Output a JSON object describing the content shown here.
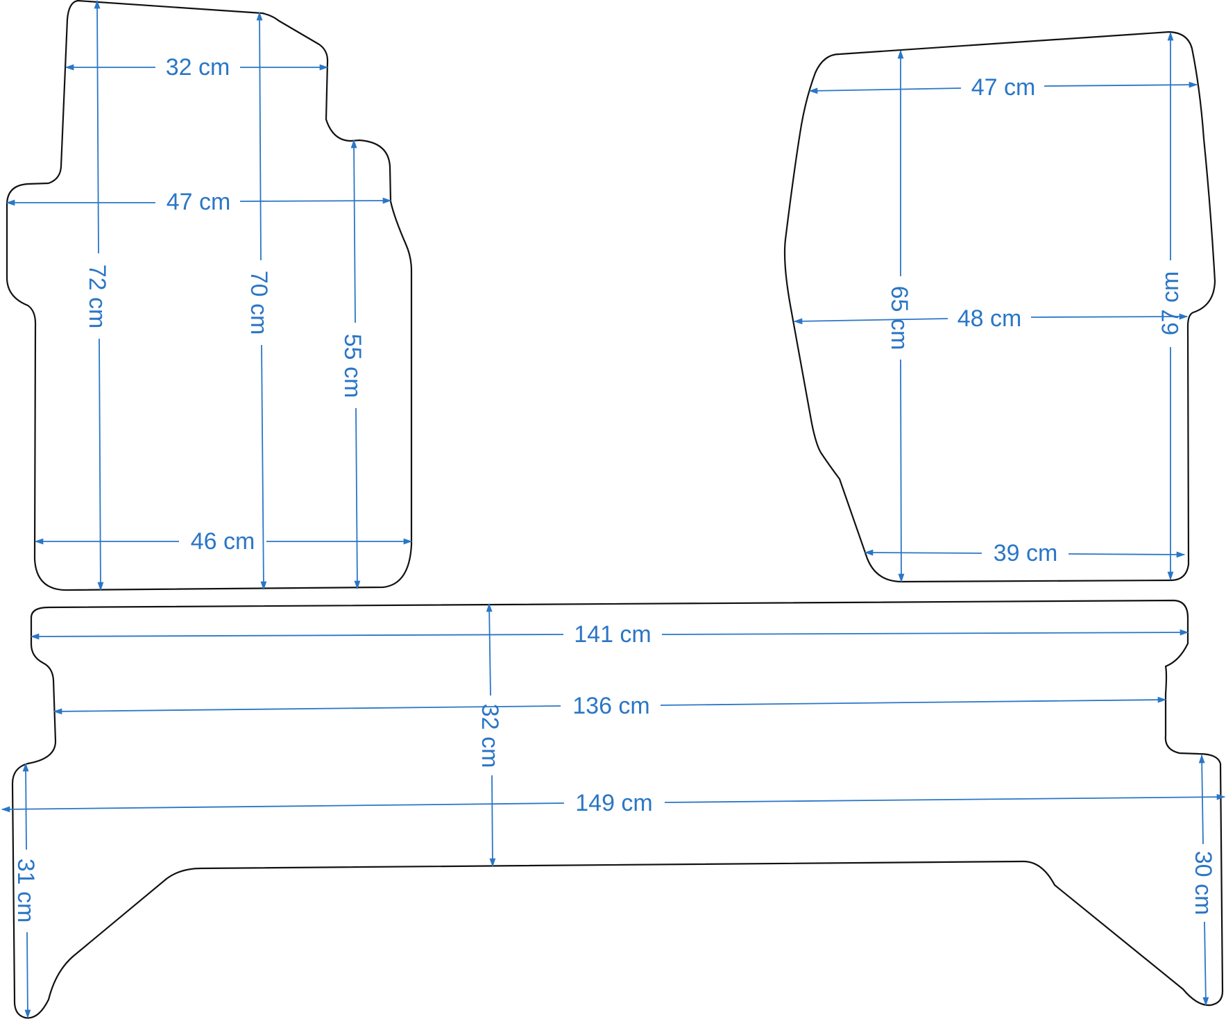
{
  "colors": {
    "outline": "#111111",
    "dimension": "#2a76c6",
    "background": "#ffffff"
  },
  "front_left_mat": {
    "width_top": "32 cm",
    "width_middle": "47 cm",
    "width_bottom": "46 cm",
    "height_left": "72 cm",
    "height_center": "70 cm",
    "height_right": "55 cm"
  },
  "front_right_mat": {
    "width_top": "47 cm",
    "width_middle": "48 cm",
    "width_bottom": "39 cm",
    "height_center": "65 cm",
    "height_right": "67 cm"
  },
  "rear_mat": {
    "width_top": "141 cm",
    "width_middle": "136 cm",
    "width_bottom": "149 cm",
    "height_center": "32 cm",
    "height_left": "31 cm",
    "height_right": "30 cm"
  }
}
